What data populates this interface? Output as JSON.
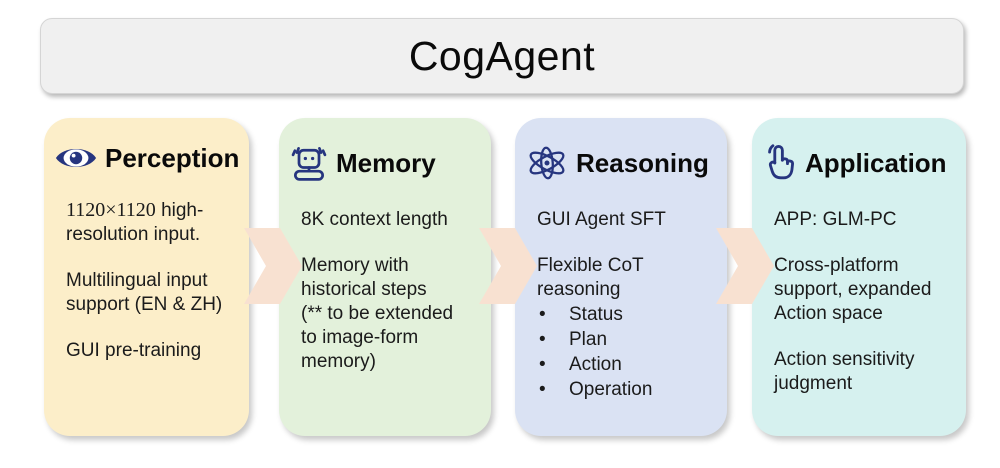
{
  "header": {
    "title": "CogAgent"
  },
  "bullet_char": "•",
  "colors": {
    "header-bg": "#F0F0F0",
    "header-border": "#D5D5D5",
    "arrow": "#F8E1D1",
    "icon-navy": "#26357F",
    "card-perception-bg": "#FCEEC9",
    "card-memory-bg": "#E3F1DB",
    "card-reasoning-bg": "#DAE2F3",
    "card-application-bg": "#D6F1EF"
  },
  "cards": [
    {
      "name": "perception",
      "title": "Perception",
      "icon": "eye-icon",
      "bg": "#FCEEC9",
      "paragraphs": [
        {
          "lines": [
            [
              {
                "t": "1120×1120",
                "serif": true
              },
              {
                "t": " high-"
              }
            ],
            "resolution input."
          ]
        },
        {
          "gap_before": true,
          "lines": [
            "Multilingual input",
            "support (EN & ZH)"
          ]
        },
        {
          "gap_before": true,
          "lines": [
            "GUI pre-training"
          ]
        }
      ]
    },
    {
      "name": "memory",
      "title": "Memory",
      "icon": "robot-icon",
      "bg": "#E3F1DB",
      "paragraphs": [
        {
          "lines": [
            "8K context length"
          ]
        },
        {
          "gap_before": true,
          "lines": [
            "Memory with",
            "historical steps",
            "(** to be extended",
            "to image-form",
            "memory)"
          ]
        }
      ]
    },
    {
      "name": "reasoning",
      "title": "Reasoning",
      "icon": "atom-icon",
      "bg": "#DAE2F3",
      "paragraphs": [
        {
          "lines": [
            "GUI Agent SFT"
          ]
        },
        {
          "gap_before": true,
          "lines": [
            "Flexible CoT",
            "reasoning"
          ]
        },
        {
          "bullets": [
            "Status",
            "Plan",
            "Action",
            "Operation"
          ]
        }
      ]
    },
    {
      "name": "application",
      "title": "Application",
      "icon": "tap-hand-icon",
      "bg": "#D6F1EF",
      "paragraphs": [
        {
          "lines": [
            "APP: GLM-PC"
          ]
        },
        {
          "gap_before": true,
          "lines": [
            "Cross-platform",
            "support, expanded",
            "Action space"
          ]
        },
        {
          "gap_before": true,
          "lines": [
            "Action sensitivity",
            "judgment"
          ]
        }
      ]
    }
  ]
}
